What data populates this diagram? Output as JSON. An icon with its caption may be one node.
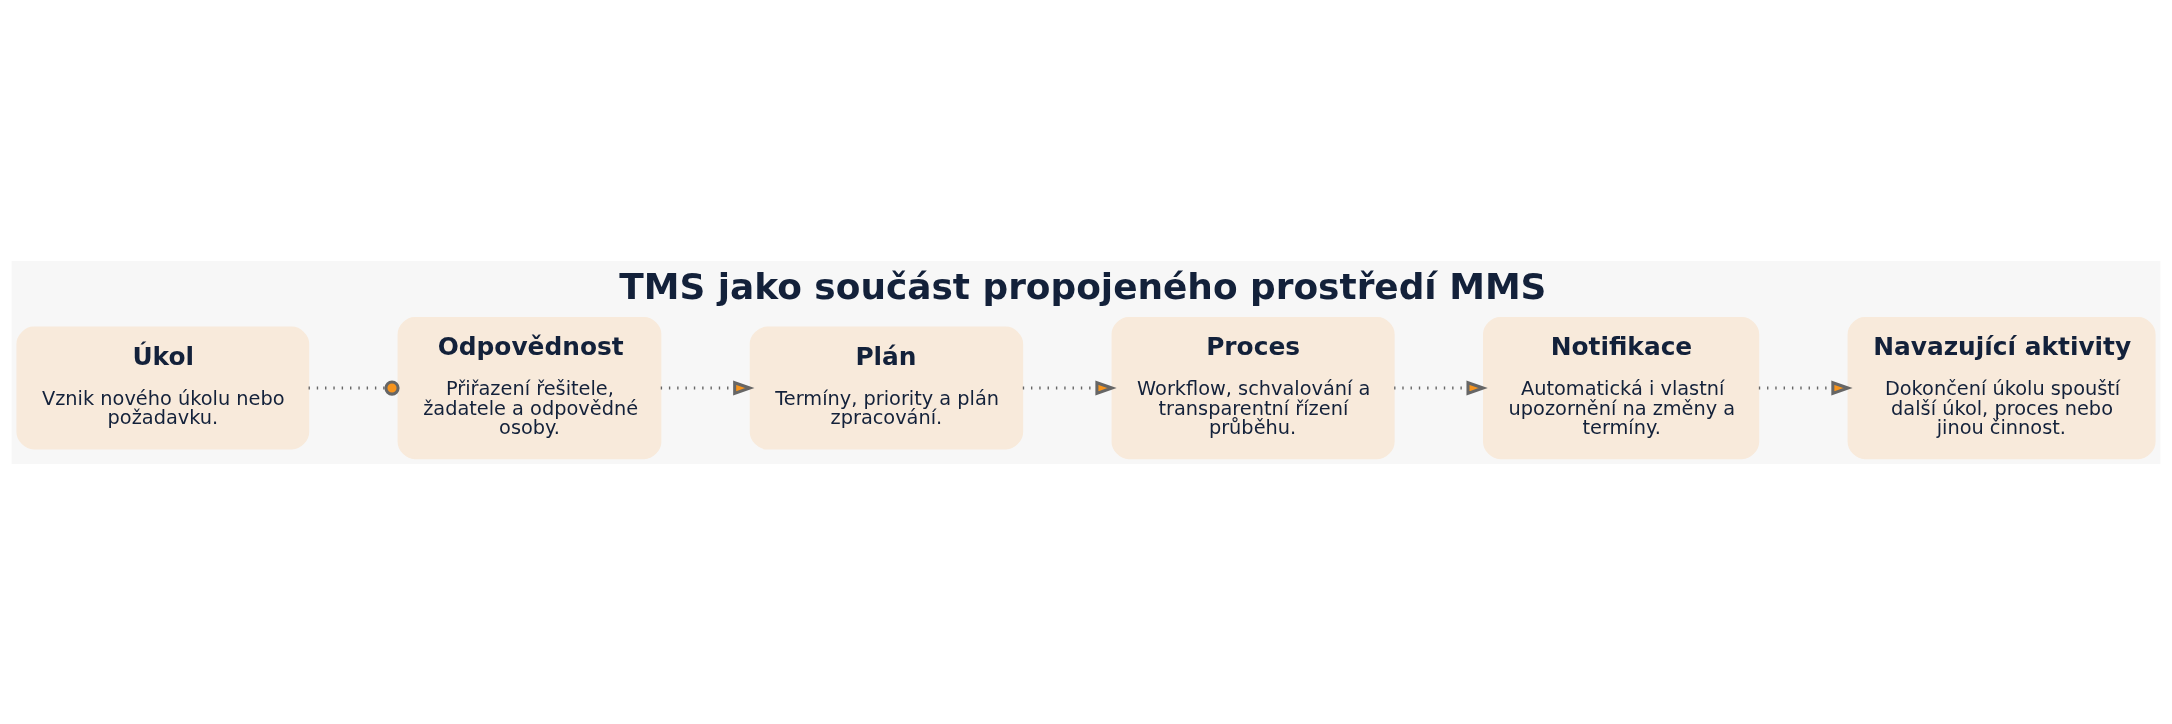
{
  "diagram": {
    "title": "TMS jako součást propojeného prostředí MMS",
    "nodes": [
      {
        "text": [
          "Úkol",
          "Vznik nového úkolu nebo požadavku."
        ]
      },
      {
        "text": [
          "Odpovědnost",
          "Přiřazení řešitele, žadatele a odpovědné osoby."
        ]
      },
      {
        "text": [
          "Plán",
          "Termíny, priority a plán zpracování."
        ]
      },
      {
        "text": [
          "Proces",
          "Workflow, schvalování a transparentní řízení průběhu."
        ]
      },
      {
        "text": [
          "Notifikace",
          "Automatická i vlastní upozornění na změny a termíny."
        ]
      },
      {
        "text": [
          "Navazující aktivity",
          "Dokončení úkolu spouští další úkol, proces nebo jinou činnost."
        ]
      }
    ],
    "edges": [
      {
        "from": 0,
        "to": 1,
        "arrow": "other"
      },
      {
        "from": 1,
        "to": 2,
        "arrow": "to"
      },
      {
        "from": 2,
        "to": 3,
        "arrow": "to"
      },
      {
        "from": 3,
        "to": 4,
        "arrow": "to"
      },
      {
        "from": 4,
        "to": 5,
        "arrow": "to"
      }
    ]
  }
}
